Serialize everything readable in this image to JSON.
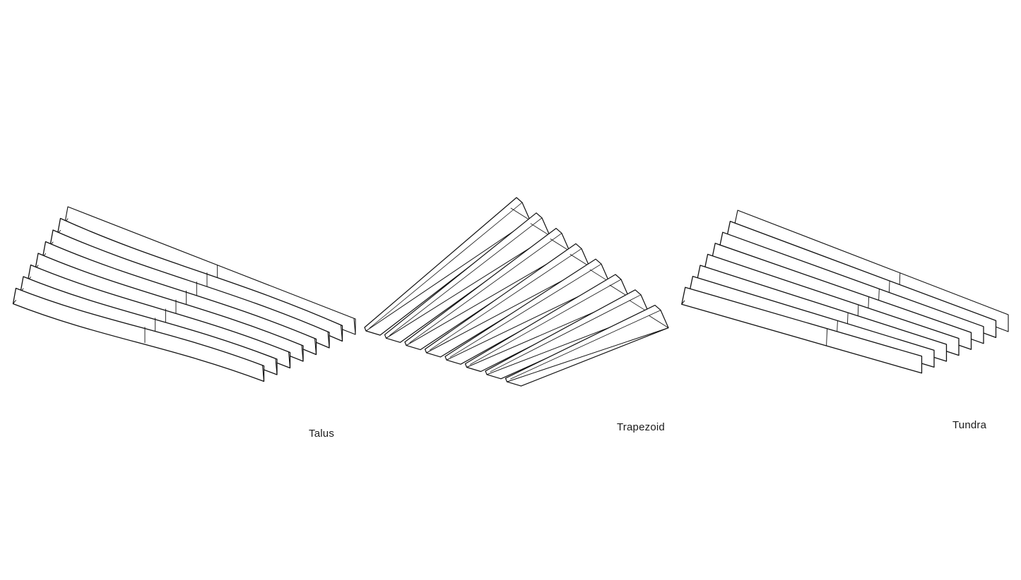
{
  "panels": [
    {
      "id": "talus",
      "label": "Talus"
    },
    {
      "id": "trapezoid",
      "label": "Trapezoid"
    },
    {
      "id": "tundra",
      "label": "Tundra"
    }
  ],
  "colors": {
    "stroke": "#111111",
    "background": "#ffffff",
    "text": "#1a1a1a"
  }
}
